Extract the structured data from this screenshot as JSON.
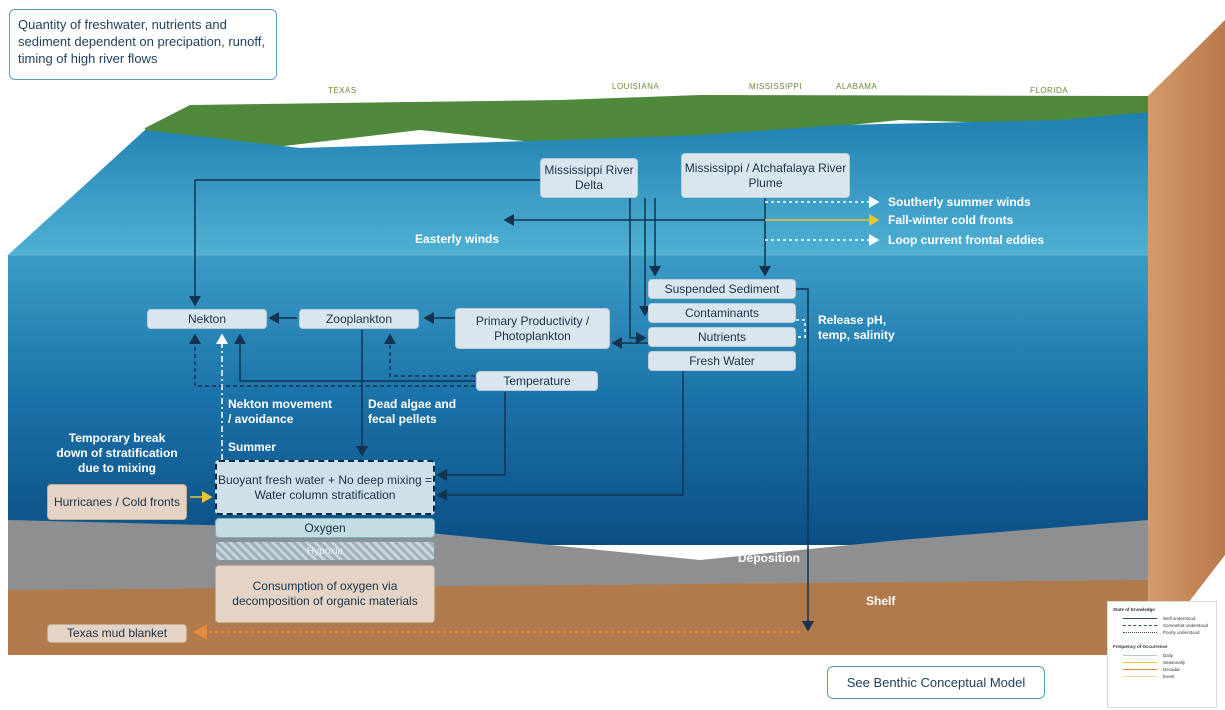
{
  "intro_text": "Quantity of freshwater, nutrients and sediment dependent on precipation, runoff, timing of high river flows",
  "states": [
    "TEXAS",
    "LOUISIANA",
    "MISSISSIPPI",
    "ALABAMA",
    "FLORIDA"
  ],
  "boxes": {
    "delta": "Mississippi River Delta",
    "plume": "Mississippi / Atchafalaya River Plume",
    "suspended": "Suspended Sediment",
    "contaminants": "Contaminants",
    "nutrients": "Nutrients",
    "freshwater": "Fresh Water",
    "nekton": "Nekton",
    "zooplankton": "Zooplankton",
    "primary": "Primary Productivity / Photoplankton",
    "temperature": "Temperature",
    "hurricanes": "Hurricanes / Cold fronts",
    "stratification": "Buoyant fresh water + No deep mixing = Water column stratification",
    "oxygen": "Oxygen",
    "hypoxia": "Hypoxia",
    "consumption": "Consumption of oxygen via decomposition of organic materials",
    "mud": "Texas mud blanket"
  },
  "labels": {
    "easterly": "Easterly winds",
    "southerly": "Southerly summer winds",
    "fall_winter": "Fall-winter cold fronts",
    "loop": "Loop current frontal eddies",
    "release": "Release pH, temp, salinity",
    "nekton_move": "Nekton movement / avoidance",
    "summer": "Summer",
    "dead_algae": "Dead algae and fecal pellets",
    "temp_break": "Temporary break down of stratification due to mixing",
    "deposition": "Deposition",
    "shelf": "Shelf"
  },
  "benthic_link": "See Benthic Conceptual Model",
  "legend": {
    "knowledge_title": "State of Knowledge",
    "knowledge": [
      "Well understood",
      "Somewhat understood",
      "Poorly understood"
    ],
    "frequency_title": "Frequency of Occurrence",
    "frequency": [
      "Daily",
      "Seasonally",
      "Decadal",
      "Event"
    ]
  },
  "colors": {
    "water_surface": "#3f9fc3",
    "water_deep": "#0c4f86",
    "land": "#4f8a3c",
    "sediment": "#b07a4c",
    "arrow": "#143350",
    "yellow_arrow": "#f2c230",
    "orange_arrow": "#e5893a"
  }
}
